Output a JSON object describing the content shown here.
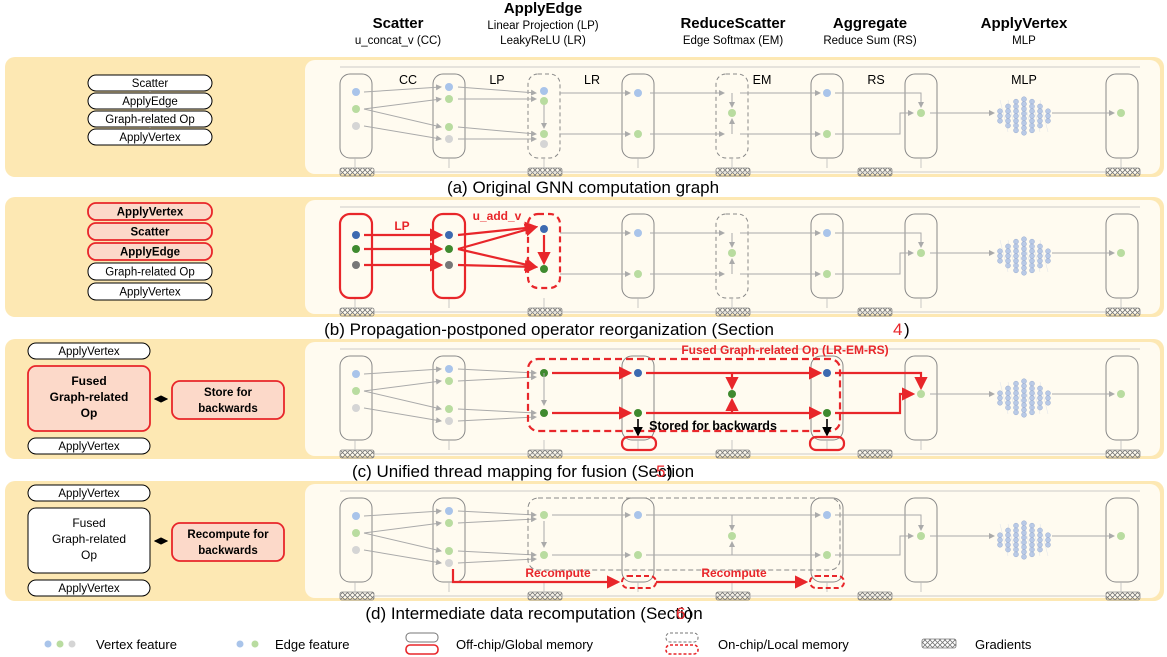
{
  "stages": [
    {
      "title": "Scatter",
      "sub1": "u_concat_v (CC)",
      "sub2": ""
    },
    {
      "title": "ApplyEdge",
      "sub1": "Linear Projection (LP)",
      "sub2": "LeakyReLU (LR)"
    },
    {
      "title": "ReduceScatter",
      "sub1": "Edge Softmax (EM)",
      "sub2": ""
    },
    {
      "title": "Aggregate",
      "sub1": "Reduce Sum (RS)",
      "sub2": ""
    },
    {
      "title": "ApplyVertex",
      "sub1": "MLP",
      "sub2": ""
    }
  ],
  "panel_a": {
    "ops": [
      "Scatter",
      "ApplyEdge",
      "Graph-related Op",
      "ApplyVertex"
    ],
    "edge_labels": [
      "CC",
      "LP",
      "LR",
      "EM",
      "RS",
      "MLP"
    ],
    "caption": "(a) Original GNN computation graph"
  },
  "panel_b": {
    "ops": [
      "ApplyVertex",
      "Scatter",
      "ApplyEdge",
      "Graph-related Op",
      "ApplyVertex"
    ],
    "labels": [
      "LP",
      "u_add_v"
    ],
    "caption_main": "(b) Propagation-postponed operator reorganization (Section ",
    "caption_num": "4",
    "caption_end": ")"
  },
  "panel_c": {
    "ops_top": "ApplyVertex",
    "fused": [
      "Fused",
      "Graph-related",
      "Op"
    ],
    "store": [
      "Store for",
      "backwards"
    ],
    "ops_bottom": "ApplyVertex",
    "fused_label": "Fused Graph-related Op (LR-EM-RS)",
    "stored_label": "Stored for backwards",
    "caption_main": "(c) Unified thread mapping for fusion (Section ",
    "caption_num": "5",
    "caption_end": ")"
  },
  "panel_d": {
    "ops_top": "ApplyVertex",
    "fused": [
      "Fused",
      "Graph-related",
      "Op"
    ],
    "recompute": [
      "Recompute for",
      "backwards"
    ],
    "ops_bottom": "ApplyVertex",
    "recompute_labels": [
      "Recompute",
      "Recompute"
    ],
    "caption_main": "(d) Intermediate data recomputation (Section ",
    "caption_num": "6",
    "caption_end": ")"
  },
  "legend": {
    "vertex": "Vertex feature",
    "edge": "Edge feature",
    "offchip": "Off-chip/Global memory",
    "onchip": "On-chip/Local memory",
    "gradients": "Gradients"
  },
  "colors": {
    "panel_bg": "#fde8b3",
    "red": "#e8262a",
    "blue": "#a9c4ea",
    "green": "#b9dca0",
    "gray": "#d5d5d5"
  }
}
